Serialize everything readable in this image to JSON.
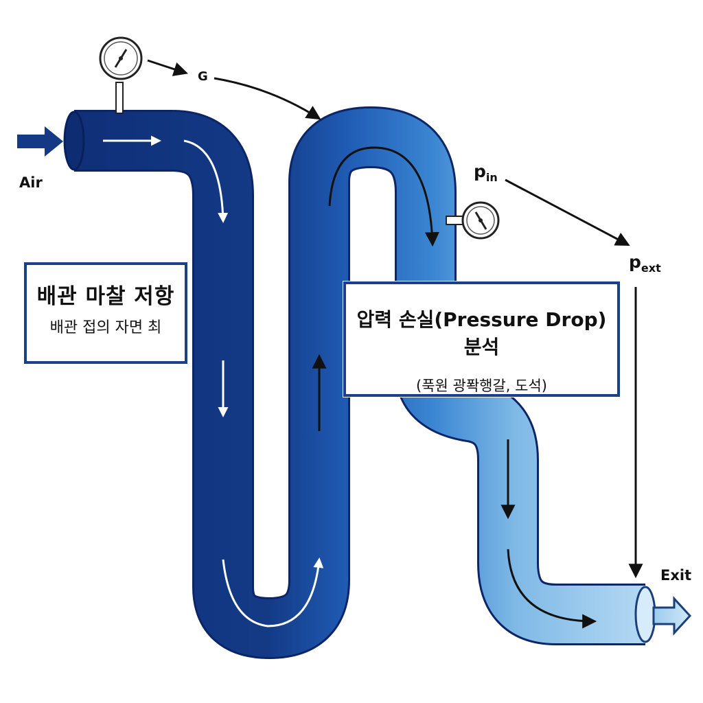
{
  "labels": {
    "air": "Air",
    "exit": "Exit",
    "gauge_top_marker": "G",
    "p_in_base": "p",
    "p_in_sub": "in",
    "p_ext_base": "p",
    "p_ext_sub": "ext"
  },
  "boxes": {
    "friction": {
      "title": "배관 마찰 저항",
      "subtitle": "배관 접의 자면 최"
    },
    "pressure_drop": {
      "title": "압력 손실(Pressure Drop) 분석",
      "subtitle": "(푹원 광퐉행갈, 도석)"
    }
  },
  "colors": {
    "pipe_dark": "#143a86",
    "pipe_mid": "#2a6bc4",
    "pipe_light": "#8cc3ea",
    "box_border": "#1b3f8a",
    "arrow_dark": "#111111",
    "flow_arrow": "#ffffff"
  },
  "icons": [
    "pressure-gauge-icon",
    "inlet-arrow-icon",
    "outlet-arrow-icon",
    "flow-arrow-icon"
  ]
}
